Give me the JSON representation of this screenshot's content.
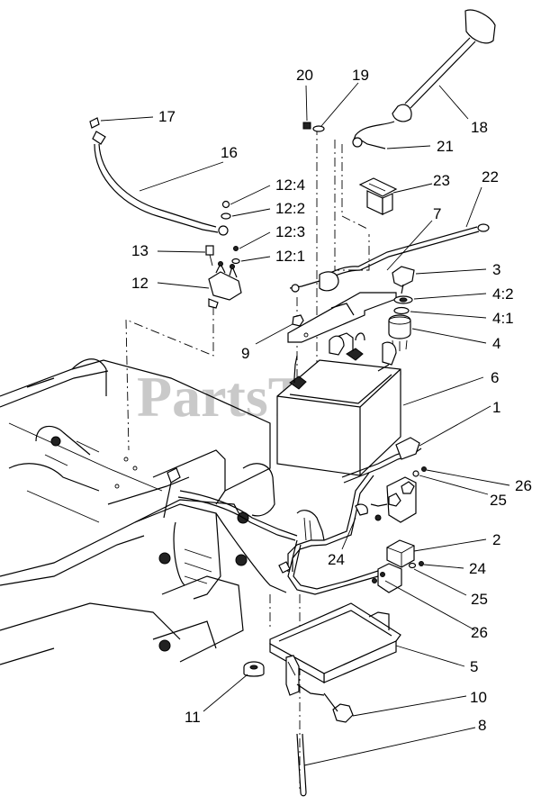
{
  "watermark": {
    "text": "PartsTree",
    "trademark": "™"
  },
  "callouts": [
    {
      "id": "c20",
      "label": "20"
    },
    {
      "id": "c19",
      "label": "19"
    },
    {
      "id": "c18",
      "label": "18"
    },
    {
      "id": "c17",
      "label": "17"
    },
    {
      "id": "c16",
      "label": "16"
    },
    {
      "id": "c21",
      "label": "21"
    },
    {
      "id": "c23",
      "label": "23"
    },
    {
      "id": "c22",
      "label": "22"
    },
    {
      "id": "c12_4",
      "label": "12:4"
    },
    {
      "id": "c12_2",
      "label": "12:2"
    },
    {
      "id": "c7",
      "label": "7"
    },
    {
      "id": "c12_3",
      "label": "12:3"
    },
    {
      "id": "c13",
      "label": "13"
    },
    {
      "id": "c12_1",
      "label": "12:1"
    },
    {
      "id": "c3",
      "label": "3"
    },
    {
      "id": "c12",
      "label": "12"
    },
    {
      "id": "c4_2",
      "label": "4:2"
    },
    {
      "id": "c4_1",
      "label": "4:1"
    },
    {
      "id": "c9",
      "label": "9"
    },
    {
      "id": "c4",
      "label": "4"
    },
    {
      "id": "c6",
      "label": "6"
    },
    {
      "id": "c1",
      "label": "1"
    },
    {
      "id": "c26a",
      "label": "26"
    },
    {
      "id": "c25a",
      "label": "25"
    },
    {
      "id": "c24a",
      "label": "24"
    },
    {
      "id": "c2",
      "label": "2"
    },
    {
      "id": "c24b",
      "label": "24"
    },
    {
      "id": "c25b",
      "label": "25"
    },
    {
      "id": "c26b",
      "label": "26"
    },
    {
      "id": "c5",
      "label": "5"
    },
    {
      "id": "c11",
      "label": "11"
    },
    {
      "id": "c10",
      "label": "10"
    },
    {
      "id": "c8",
      "label": "8"
    }
  ]
}
